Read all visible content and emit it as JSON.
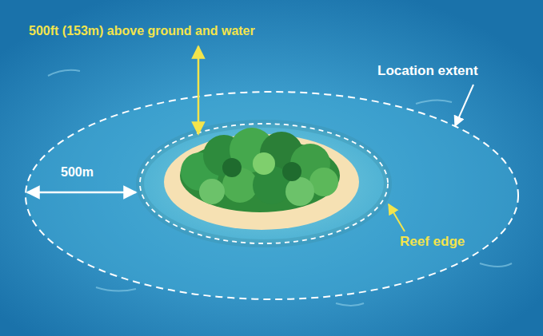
{
  "diagram": {
    "labels": [
      "500ft (153m) above ground and water",
      "Location extent",
      "500m",
      "Reef edge"
    ]
  }
}
